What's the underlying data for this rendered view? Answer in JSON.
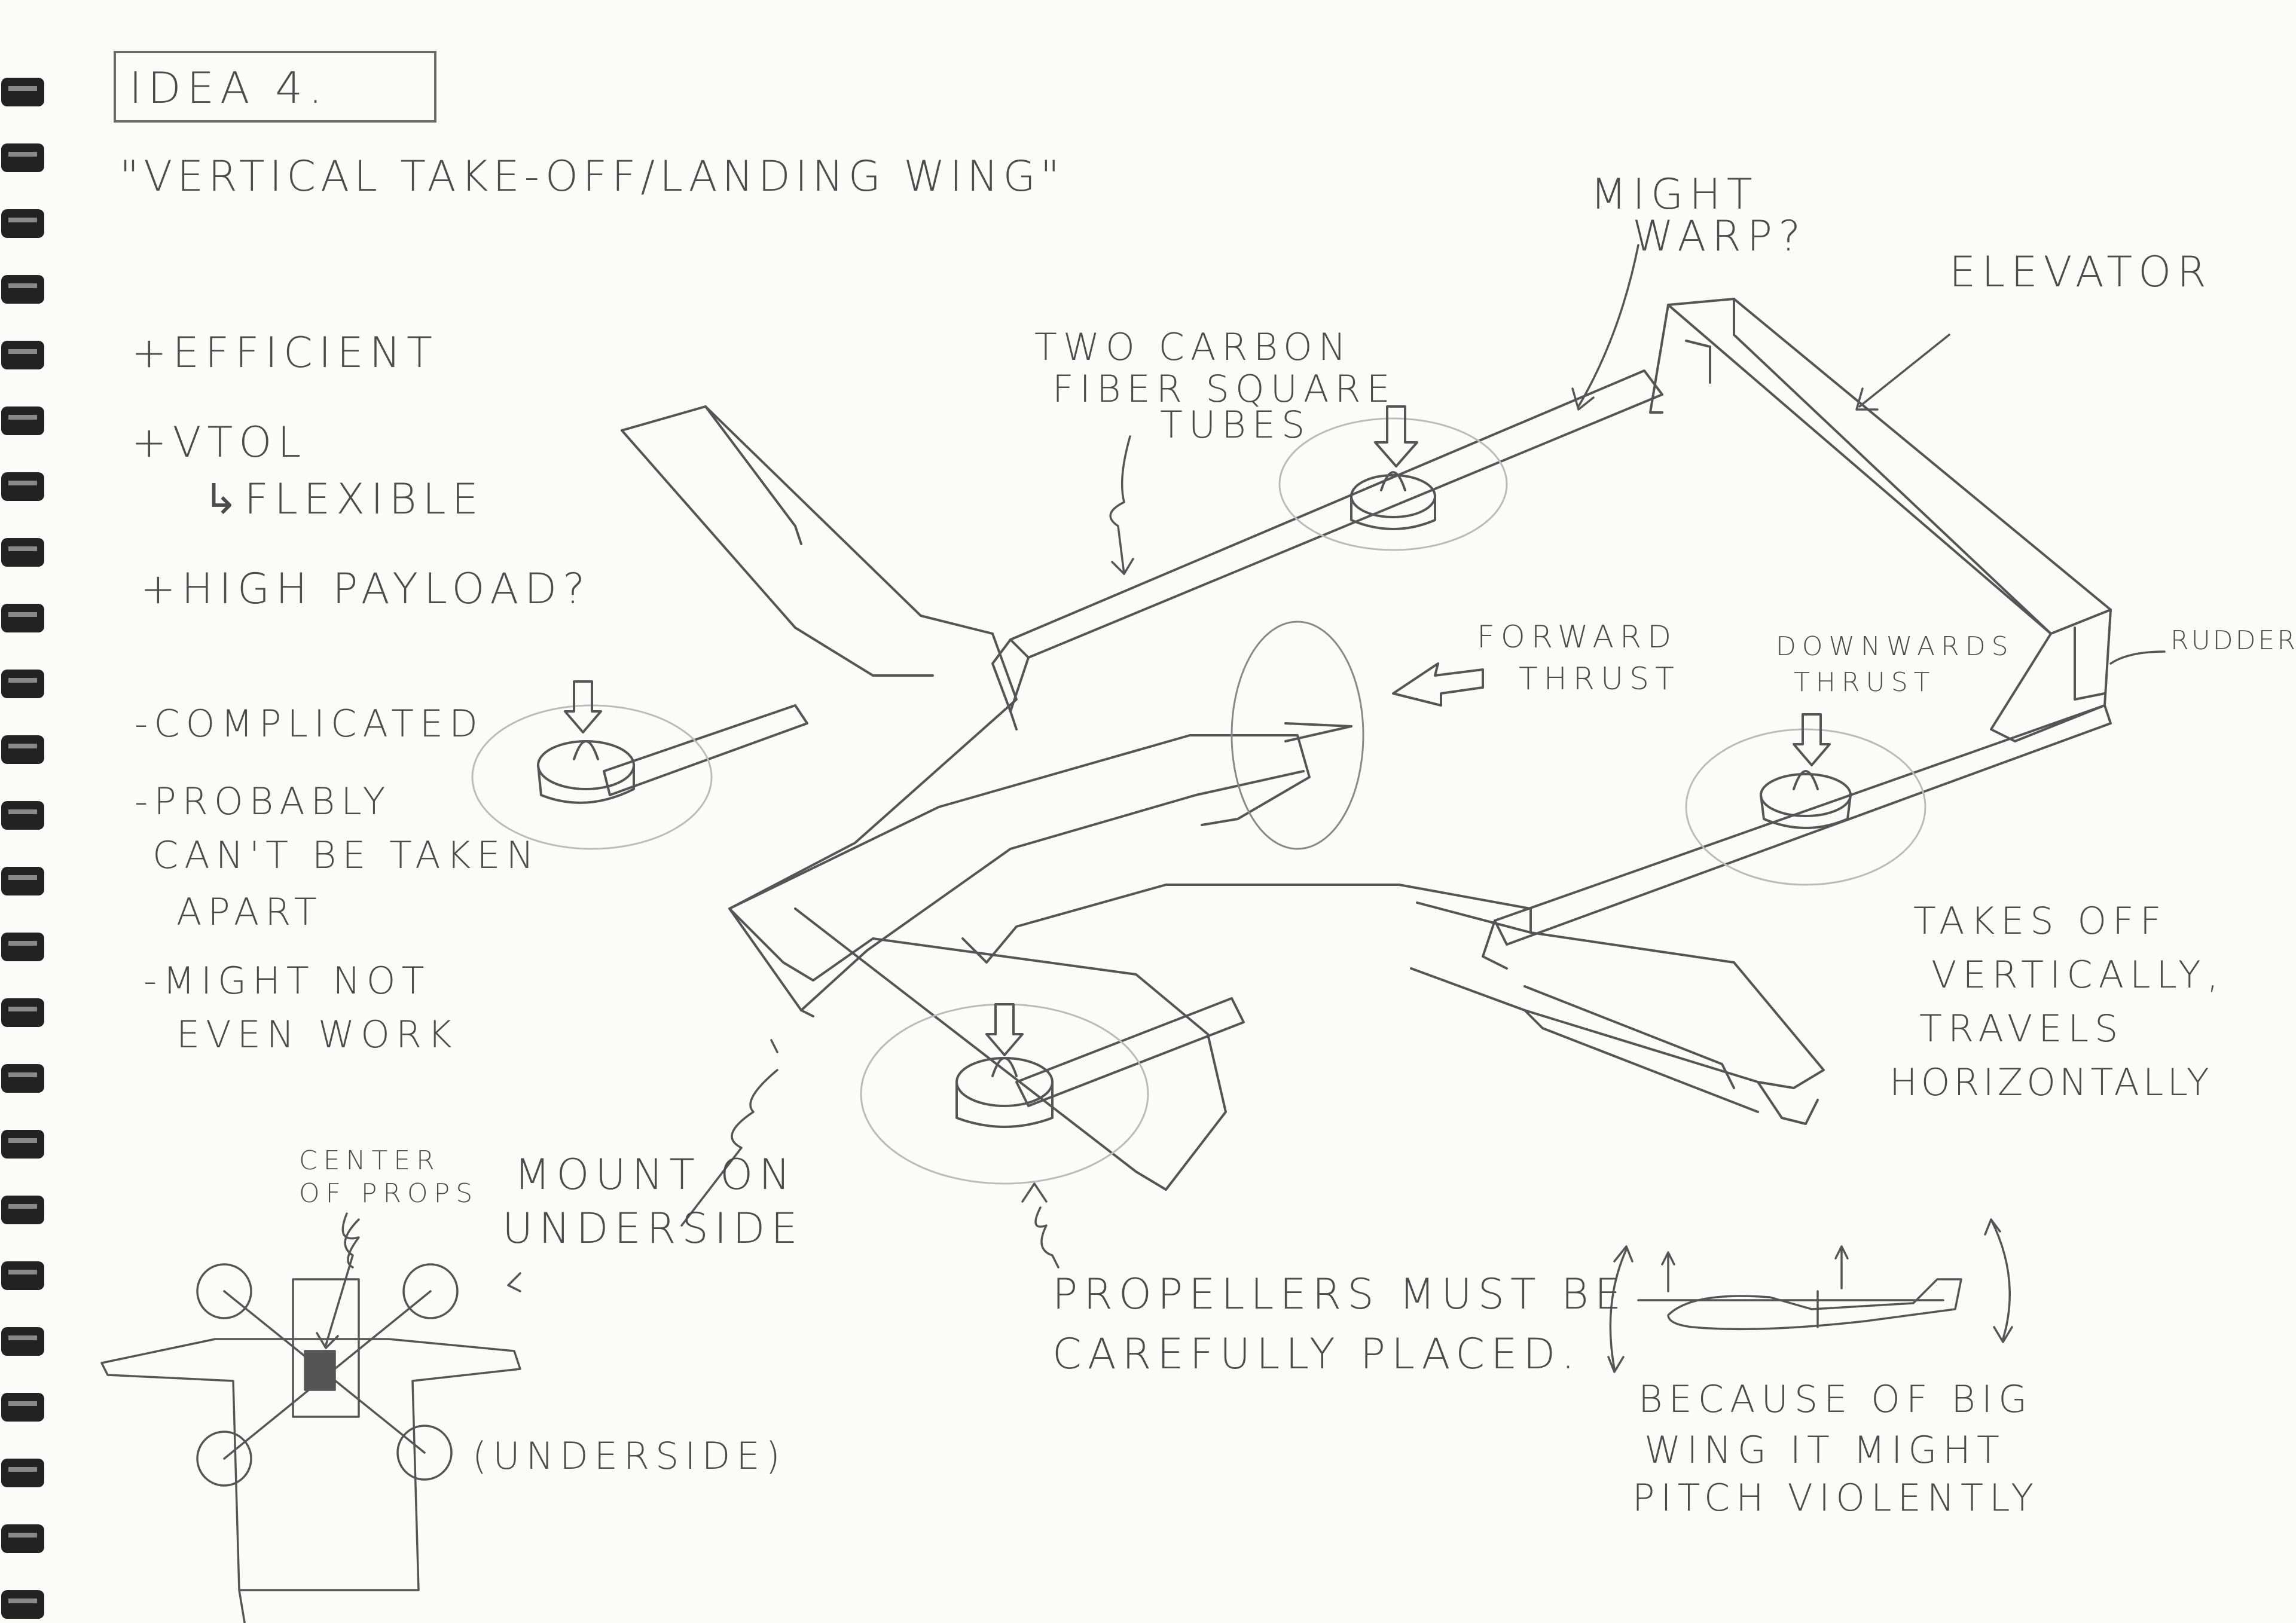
{
  "title": "IDEA 4.",
  "subtitle": "\"VERTICAL TAKE-OFF/LANDING WING\"",
  "pros": [
    "+EFFICIENT",
    "+VTOL",
    "↳FLEXIBLE",
    "+HIGH PAYLOAD?"
  ],
  "cons": [
    "-COMPLICATED",
    "-PROBABLY",
    "CAN'T BE TAKEN",
    "APART",
    "-MIGHT NOT",
    "EVEN WORK"
  ],
  "labels": {
    "tubes": [
      "TWO CARBON",
      "FIBER SQUARE",
      "TUBES"
    ],
    "warp": [
      "MIGHT",
      "WARP?"
    ],
    "elevator": "ELEVATOR",
    "rudder": "RUDDER",
    "forward": [
      "FORWARD",
      "THRUST"
    ],
    "downwards": [
      "DOWNWARDS",
      "THRUST"
    ],
    "travel": [
      "TAKES OFF",
      "VERTICALLY,",
      "TRAVELS",
      "HORIZONTALLY"
    ],
    "mount": [
      "MOUNT ON",
      "UNDERSIDE"
    ],
    "center": [
      "CENTER",
      "OF PROPS"
    ],
    "underside": "(UNDERSIDE)",
    "propellers": [
      "PROPELLERS MUST BE",
      "CAREFULLY PLACED."
    ],
    "pitch": [
      "BECAUSE OF BIG",
      "WING IT MIGHT",
      "PITCH VIOLENTLY"
    ]
  },
  "colors": {
    "paper": "#fbfbf9",
    "pencil": "#555555",
    "light": "#a8a8a8"
  }
}
